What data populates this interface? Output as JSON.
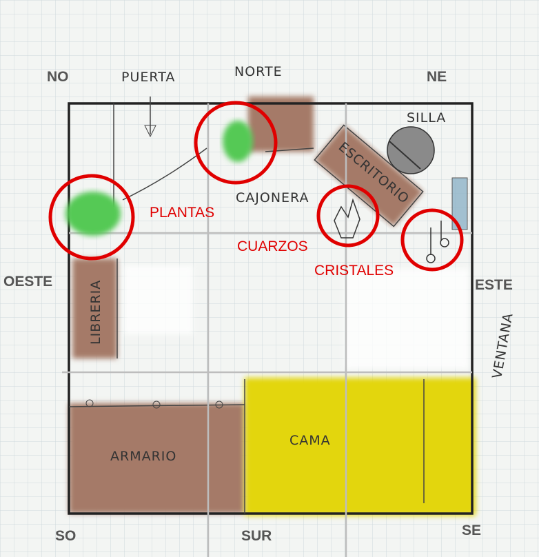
{
  "title": "Plano de habitación",
  "directions": {
    "no": "NO",
    "norte": "NORTE",
    "ne": "NE",
    "oeste": "OESTE",
    "este": "ESTE",
    "so": "SO",
    "sur": "SUR",
    "se": "SE"
  },
  "annotations": {
    "plantas": "PLANTAS",
    "cuarzos": "CUARZOS",
    "cristales": "CRISTALES"
  },
  "furniture": {
    "puerta": "PUERTA",
    "silla": "SILLA",
    "cajonera": "CAJONERA",
    "escritorio": "ESCRITORIO",
    "libreria": "LIBRERIA",
    "armario": "ARMARIO",
    "cama": "CAMA",
    "ventana": "VENTANA"
  },
  "colors": {
    "highlight": "#e00000",
    "wood": "#a57a68",
    "bed": "#e3d610",
    "plant": "#55c955",
    "chair": "#8a8a8a",
    "window": "#8fb3c8"
  }
}
